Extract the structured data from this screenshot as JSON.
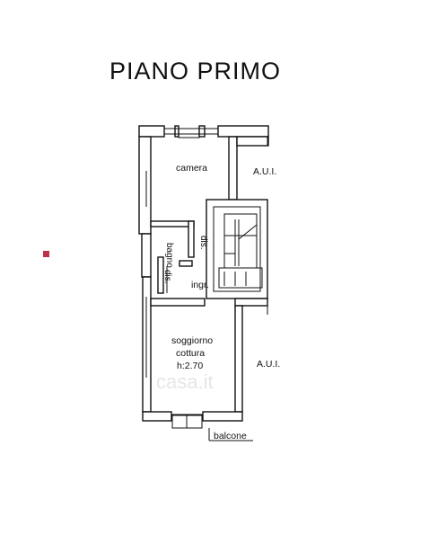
{
  "title": "PIANO PRIMO",
  "rooms": {
    "camera": "camera",
    "aui_top": "A.U.I.",
    "bagno": "bagno",
    "dis_left": "dis.",
    "dis_right": "dis.",
    "ingr": "ingr.",
    "soggiorno": "soggiorno",
    "cottura": "cottura",
    "height": "h:2.70",
    "aui_bottom": "A.U.I.",
    "balcone": "balcone"
  },
  "watermark": "casa.it",
  "colors": {
    "marker": "#c0304a",
    "walls": "#111111"
  }
}
